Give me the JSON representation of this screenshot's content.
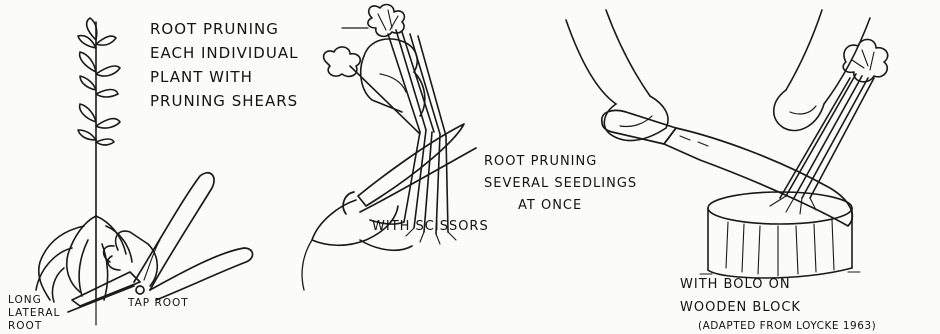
{
  "panel_1": {
    "caption_lines": [
      "ROOT PRUNING",
      "EACH INDIVIDUAL",
      "PLANT WITH",
      "PRUNING SHEARS"
    ],
    "labels": {
      "long_lateral_root": [
        "LONG",
        "LATERAL",
        "ROOT"
      ],
      "tap_root": "TAP ROOT"
    }
  },
  "panel_2": {
    "caption_lines": [
      "ROOT PRUNING",
      "SEVERAL SEEDLINGS",
      "AT ONCE"
    ],
    "tool_label": "WITH SCISSORS"
  },
  "panel_3": {
    "caption_lines": [
      "WITH BOLO ON",
      "WOODEN BLOCK"
    ]
  },
  "credit": "(ADAPTED FROM LOYCKE 1963)"
}
